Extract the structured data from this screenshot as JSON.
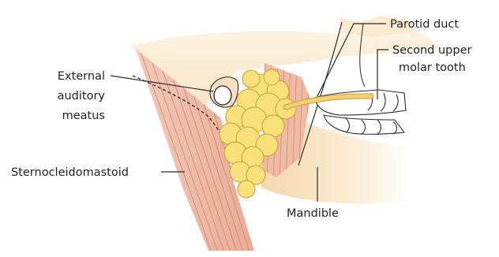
{
  "labels": {
    "parotid_duct": "Parotid duct",
    "second_upper_molar_line1": "Second upper",
    "second_upper_molar_line2": "molar tooth",
    "external_auditory_line1": "External",
    "external_auditory_line2": "auditory",
    "external_auditory_line3": "meatus",
    "sternocleidomastoid": "Sternocleidomastoid",
    "mandible": "Mandible"
  },
  "colors": {
    "skin_light": "#fdf3e2",
    "skin_mid": "#f6dcb4",
    "muscle": "#efb9a4",
    "muscle_line": "#c98f7c",
    "gland": "#f9e07a",
    "gland_outline": "#c9a030",
    "duct": "#f1d170",
    "outline": "#2b2b2b"
  }
}
